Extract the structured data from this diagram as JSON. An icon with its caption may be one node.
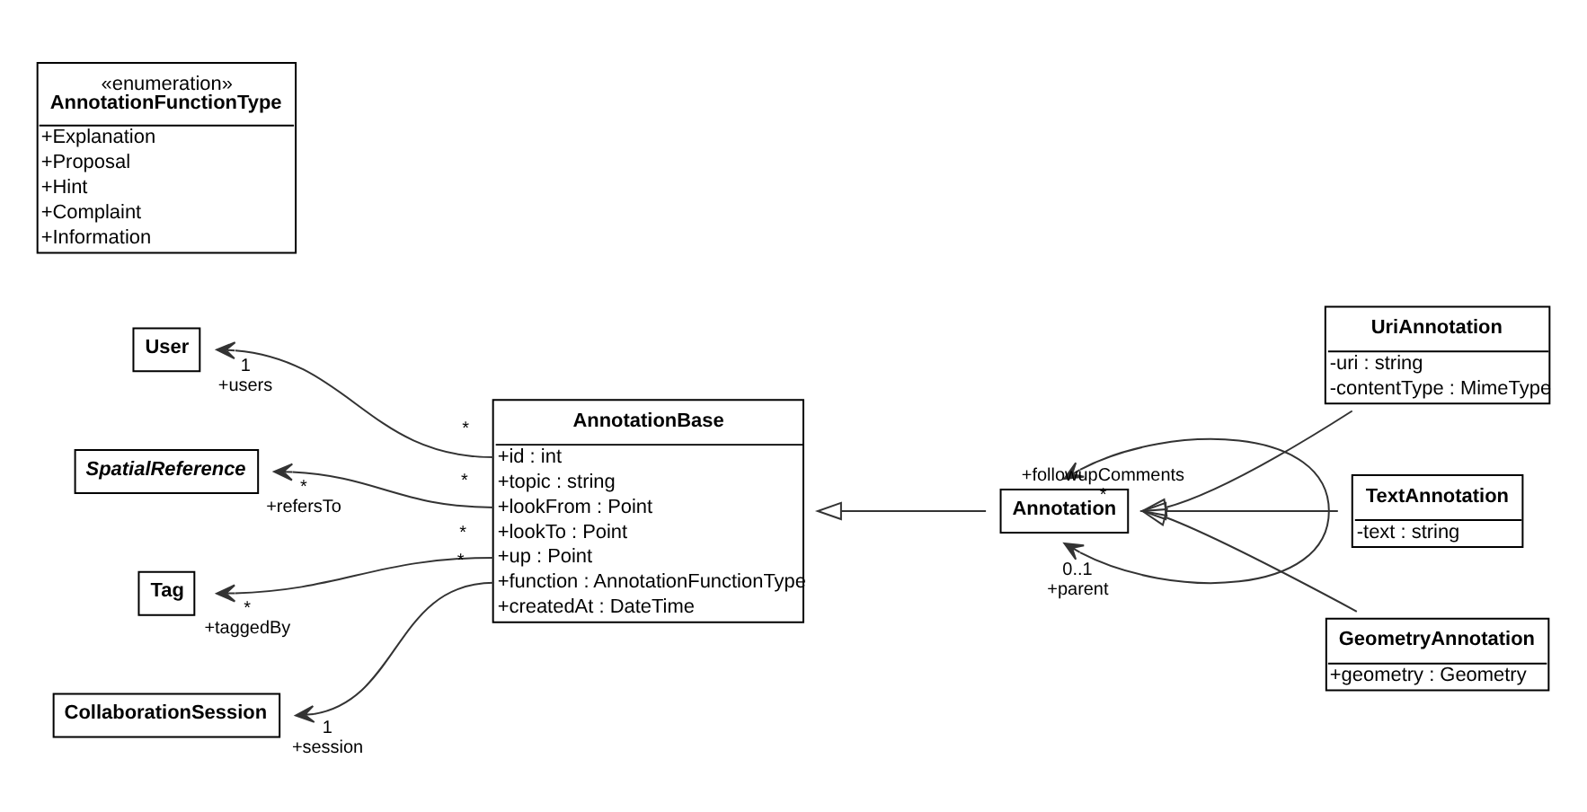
{
  "diagram": {
    "nodes": [
      {
        "text": [
          "User"
        ]
      },
      {
        "text": [
          "SpatialReference"
        ]
      },
      {
        "text": [
          "Tag"
        ]
      },
      {
        "text": [
          "CollaborationSession"
        ]
      },
      {
        "text": [
          "AnnotationBase",
          "+id : int",
          "+topic : string",
          "+lookFrom : Point",
          "+lookTo : Point",
          "+up : Point",
          "+function : AnnotationFunctionType",
          "+createdAt : DateTime"
        ]
      },
      {
        "text": [
          "Annotation"
        ]
      },
      {
        "text": [
          "«enumeration»",
          "AnnotationFunctionType",
          "+Explanation",
          "+Proposal",
          "+Hint",
          "+Complaint",
          "+Information"
        ]
      },
      {
        "text": [
          "UriAnnotation",
          "-uri : string",
          "-contentType : MimeType"
        ]
      },
      {
        "text": [
          "TextAnnotation",
          "-text : string"
        ]
      },
      {
        "text": [
          "GeometryAnnotation",
          "+geometry : Geometry"
        ]
      }
    ],
    "edges": [
      {
        "from": 4,
        "to": 0,
        "arrow": "to"
      },
      {
        "from": 4,
        "to": 1,
        "arrow": "to"
      },
      {
        "from": 4,
        "to": 2,
        "arrow": "to"
      },
      {
        "from": 4,
        "to": 3,
        "arrow": "to"
      },
      {
        "from": 5,
        "to": 4,
        "arrow": "to"
      },
      {
        "from": 5,
        "to": 5,
        "arrow": "both"
      },
      {
        "from": 7,
        "to": 5,
        "arrow": "to"
      },
      {
        "from": 8,
        "to": 5,
        "arrow": "to"
      },
      {
        "from": 9,
        "to": 5,
        "arrow": "to"
      }
    ],
    "labels": [
      "1",
      "+users",
      "*",
      "*",
      "*",
      "+refersTo",
      "*",
      "*",
      "+taggedBy",
      "*",
      "1",
      "+session",
      "+followupComments",
      "*",
      "0..1",
      "+parent"
    ]
  }
}
